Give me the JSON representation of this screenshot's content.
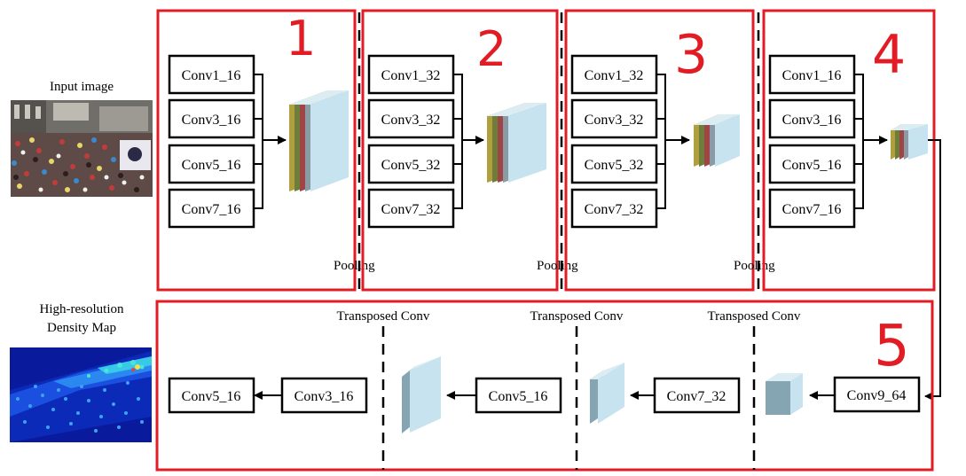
{
  "left": {
    "input_label": "Input image",
    "output_label_line1": "High-resolution",
    "output_label_line2": "Density Map"
  },
  "stages": [
    {
      "number": "1",
      "convs": [
        "Conv1_16",
        "Conv3_16",
        "Conv5_16",
        "Conv7_16"
      ],
      "pooling": "Pooling"
    },
    {
      "number": "2",
      "convs": [
        "Conv1_32",
        "Conv3_32",
        "Conv5_32",
        "Conv7_32"
      ],
      "pooling": "Pooling"
    },
    {
      "number": "3",
      "convs": [
        "Conv1_32",
        "Conv3_32",
        "Conv5_32",
        "Conv7_32"
      ],
      "pooling": "Pooling"
    },
    {
      "number": "4",
      "convs": [
        "Conv1_16",
        "Conv3_16",
        "Conv5_16",
        "Conv7_16"
      ]
    }
  ],
  "decoder": {
    "number": "5",
    "transposed_label": "Transposed Conv",
    "convs": [
      "Conv9_64",
      "Conv7_32",
      "Conv5_16",
      "Conv3_16",
      "Conv5_16"
    ]
  },
  "colors": {
    "annotation_red": "#e11c24",
    "cube_front": "#c6e3ef",
    "cube_side": "#86a5b3",
    "cube_top": "#dcecf3",
    "stack_yellow": "#b19f3e",
    "stack_green": "#6f7d3a",
    "stack_red": "#a04546",
    "stack_gray": "#8b9ba5"
  }
}
